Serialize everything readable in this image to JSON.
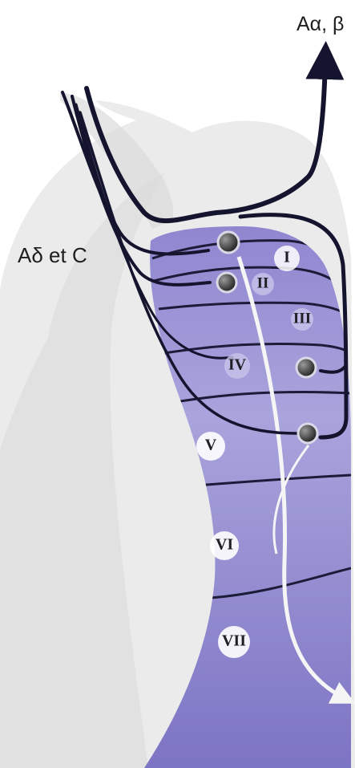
{
  "labels": {
    "fiber_top": "Aα, β",
    "fiber_left": "Aδ et C"
  },
  "laminae": [
    "I",
    "II",
    "III",
    "IV",
    "V",
    "VI",
    "VII"
  ],
  "colors": {
    "gray_matter": "#a9a4dc",
    "white_matter": "#e9e9e9",
    "fiber": "#14142e",
    "arrow": "#f5f5f5"
  }
}
